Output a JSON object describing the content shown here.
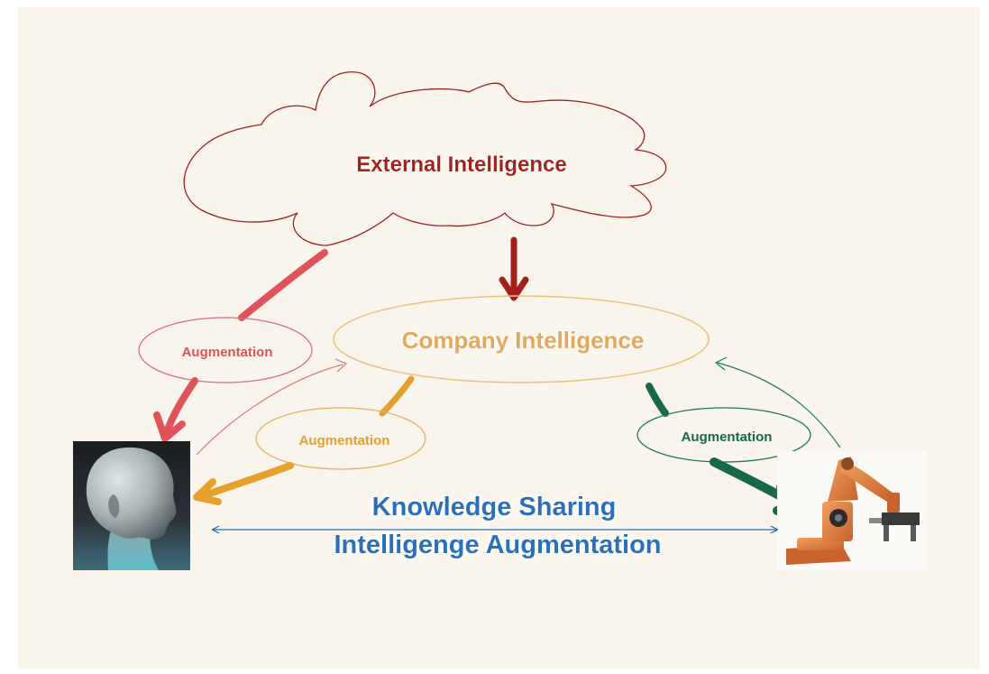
{
  "diagram": {
    "external": {
      "label": "External Intelligence",
      "color": "#a3201e"
    },
    "company": {
      "label": "Company Intelligence",
      "color": "#e2a85c"
    },
    "augment_left": {
      "label": "Augmentation",
      "color": "#d9545b"
    },
    "augment_mid": {
      "label": "Augmentation",
      "color": "#e3a030"
    },
    "augment_right": {
      "label": "Augmentation",
      "color": "#17694a"
    },
    "bottom": {
      "line1": "Knowledge Sharing",
      "line2": "Intelligenge Augmentation",
      "color": "#2a6fb8"
    },
    "human": {
      "icon": "human-head-icon"
    },
    "robot": {
      "icon": "robot-arm-icon"
    }
  }
}
